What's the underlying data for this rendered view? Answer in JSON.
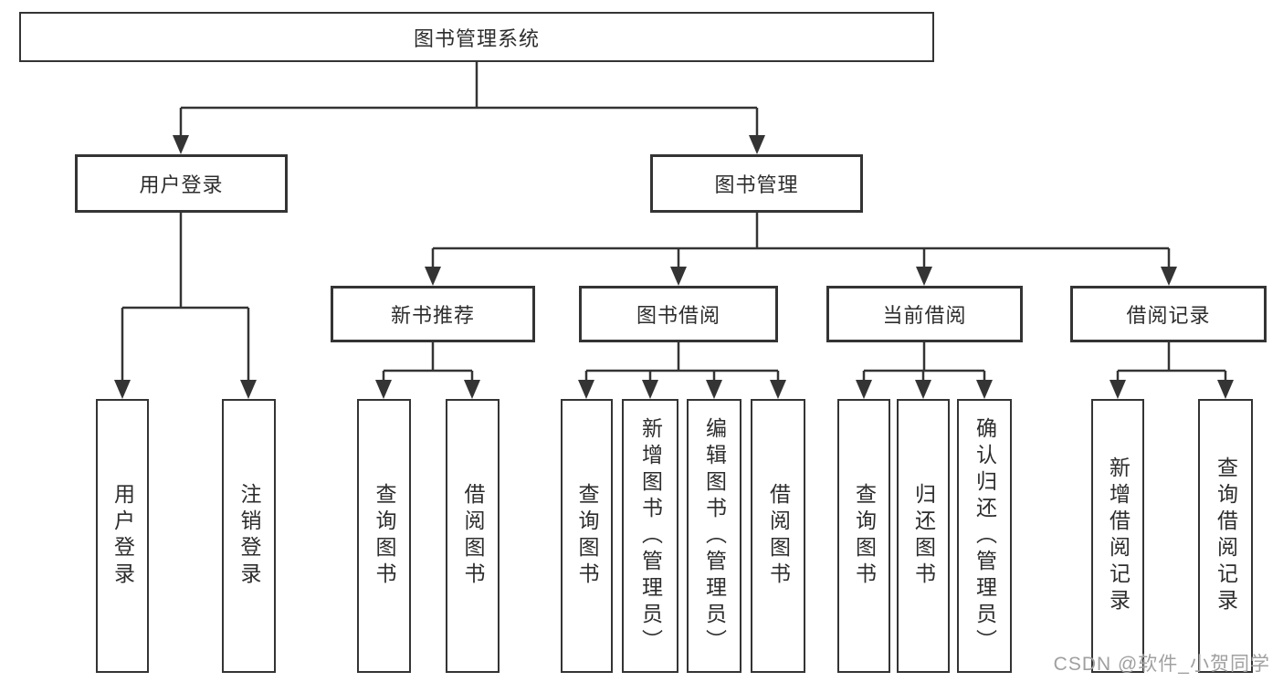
{
  "diagram": {
    "root": {
      "label": "图书管理系统"
    },
    "branches": [
      {
        "label": "用户登录",
        "leaves": [
          {
            "label": "用户登录"
          },
          {
            "label": "注销登录"
          }
        ]
      },
      {
        "label": "图书管理",
        "groups": [
          {
            "label": "新书推荐",
            "leaves": [
              {
                "label": "查询图书"
              },
              {
                "label": "借阅图书"
              }
            ]
          },
          {
            "label": "图书借阅",
            "leaves": [
              {
                "label": "查询图书"
              },
              {
                "label": "新增图书（管理员）"
              },
              {
                "label": "编辑图书（管理员）"
              },
              {
                "label": "借阅图书"
              }
            ]
          },
          {
            "label": "当前借阅",
            "leaves": [
              {
                "label": "查询图书"
              },
              {
                "label": "归还图书"
              },
              {
                "label": "确认归还（管理员）"
              }
            ]
          },
          {
            "label": "借阅记录",
            "leaves": [
              {
                "label": "新增借阅记录"
              },
              {
                "label": "查询借阅记录"
              }
            ]
          }
        ]
      }
    ]
  },
  "watermark": {
    "text": "CSDN @软件_小贺同学"
  },
  "colors": {
    "line": "#343434",
    "text": "#2d2d2d",
    "watermark": "#a0a0a0",
    "background": "#ffffff"
  }
}
